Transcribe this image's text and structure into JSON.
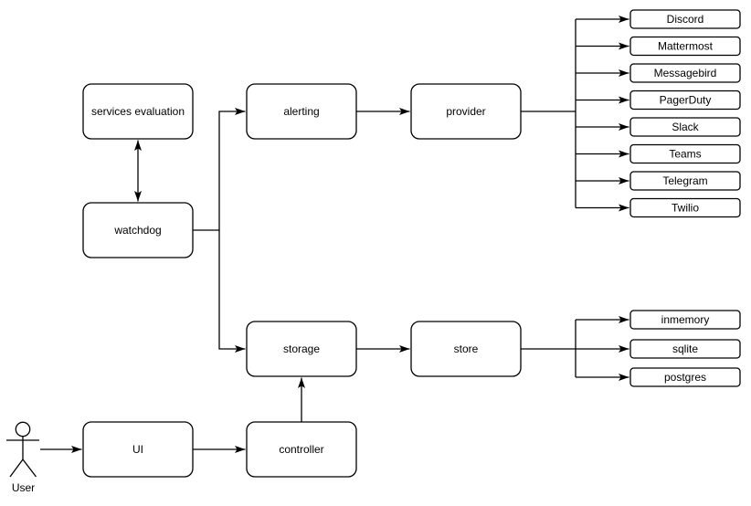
{
  "diagram": {
    "nodes": {
      "services_evaluation": "services evaluation",
      "watchdog": "watchdog",
      "alerting": "alerting",
      "provider": "provider",
      "storage": "storage",
      "store": "store",
      "ui": "UI",
      "controller": "controller"
    },
    "providers": [
      "Discord",
      "Mattermost",
      "Messagebird",
      "PagerDuty",
      "Slack",
      "Teams",
      "Telegram",
      "Twilio"
    ],
    "stores": [
      "inmemory",
      "sqlite",
      "postgres"
    ],
    "actor": {
      "label": "User"
    },
    "colors": {
      "stroke": "#000000",
      "node_fill": "#ffffff",
      "background": "#ffffff",
      "text": "#000000"
    }
  }
}
